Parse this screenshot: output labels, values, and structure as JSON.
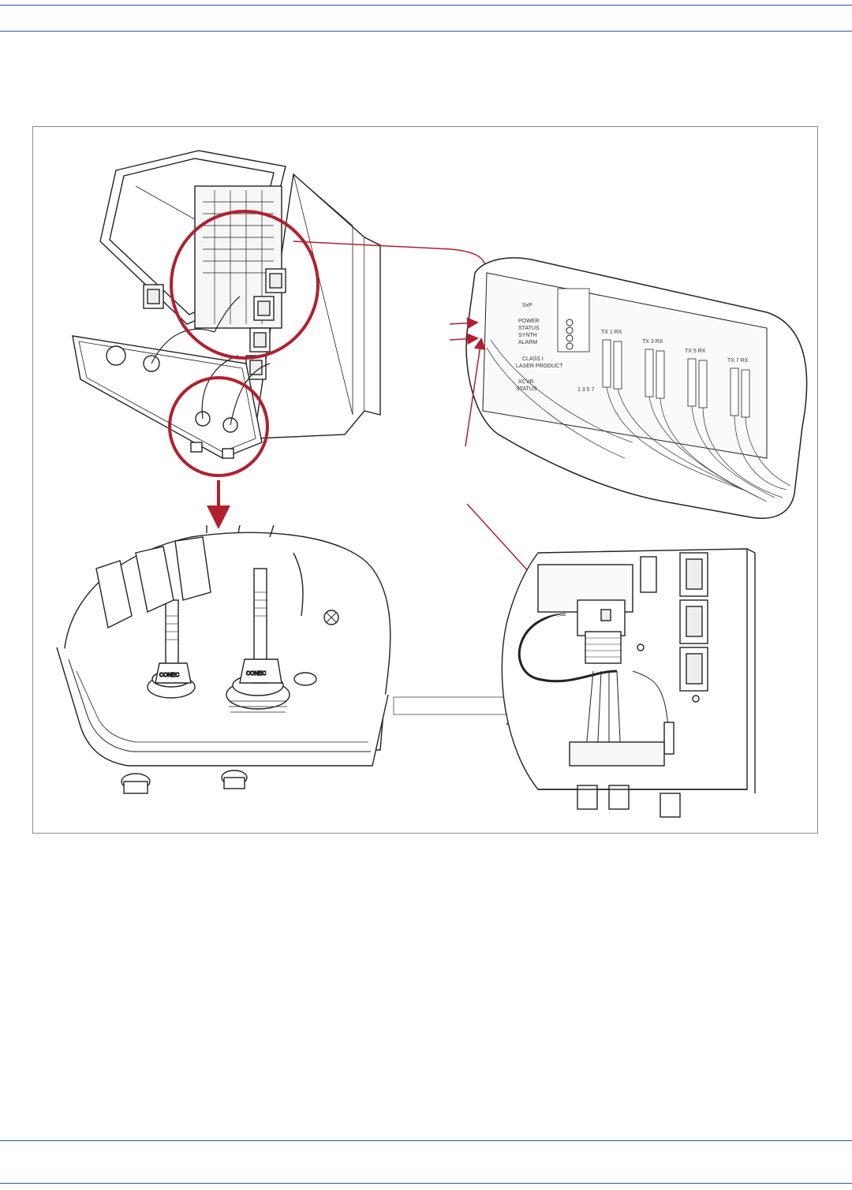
{
  "figure": {
    "callout_text": "",
    "enclosure_labels": {
      "power": "POWER",
      "status": "STATUS",
      "synth": "SYNTH",
      "alarm": "ALARM",
      "class": "CLASS I",
      "laser": "LASER PRODUCT",
      "xcvr": "XCVR",
      "xcvr_status": "STATUS",
      "ports": "1  3  5  7",
      "txrx_1": "TX 1 RX",
      "txrx_3": "TX 3 RX",
      "txrx_5": "TX 5 RX",
      "txrx_7": "TX 7 RX",
      "module_tag": "SxP",
      "connector": "CONEC"
    }
  },
  "colors": {
    "rule_blue": "#2f55a4",
    "callout_red": "#b0202f",
    "line_art": "#222222"
  }
}
